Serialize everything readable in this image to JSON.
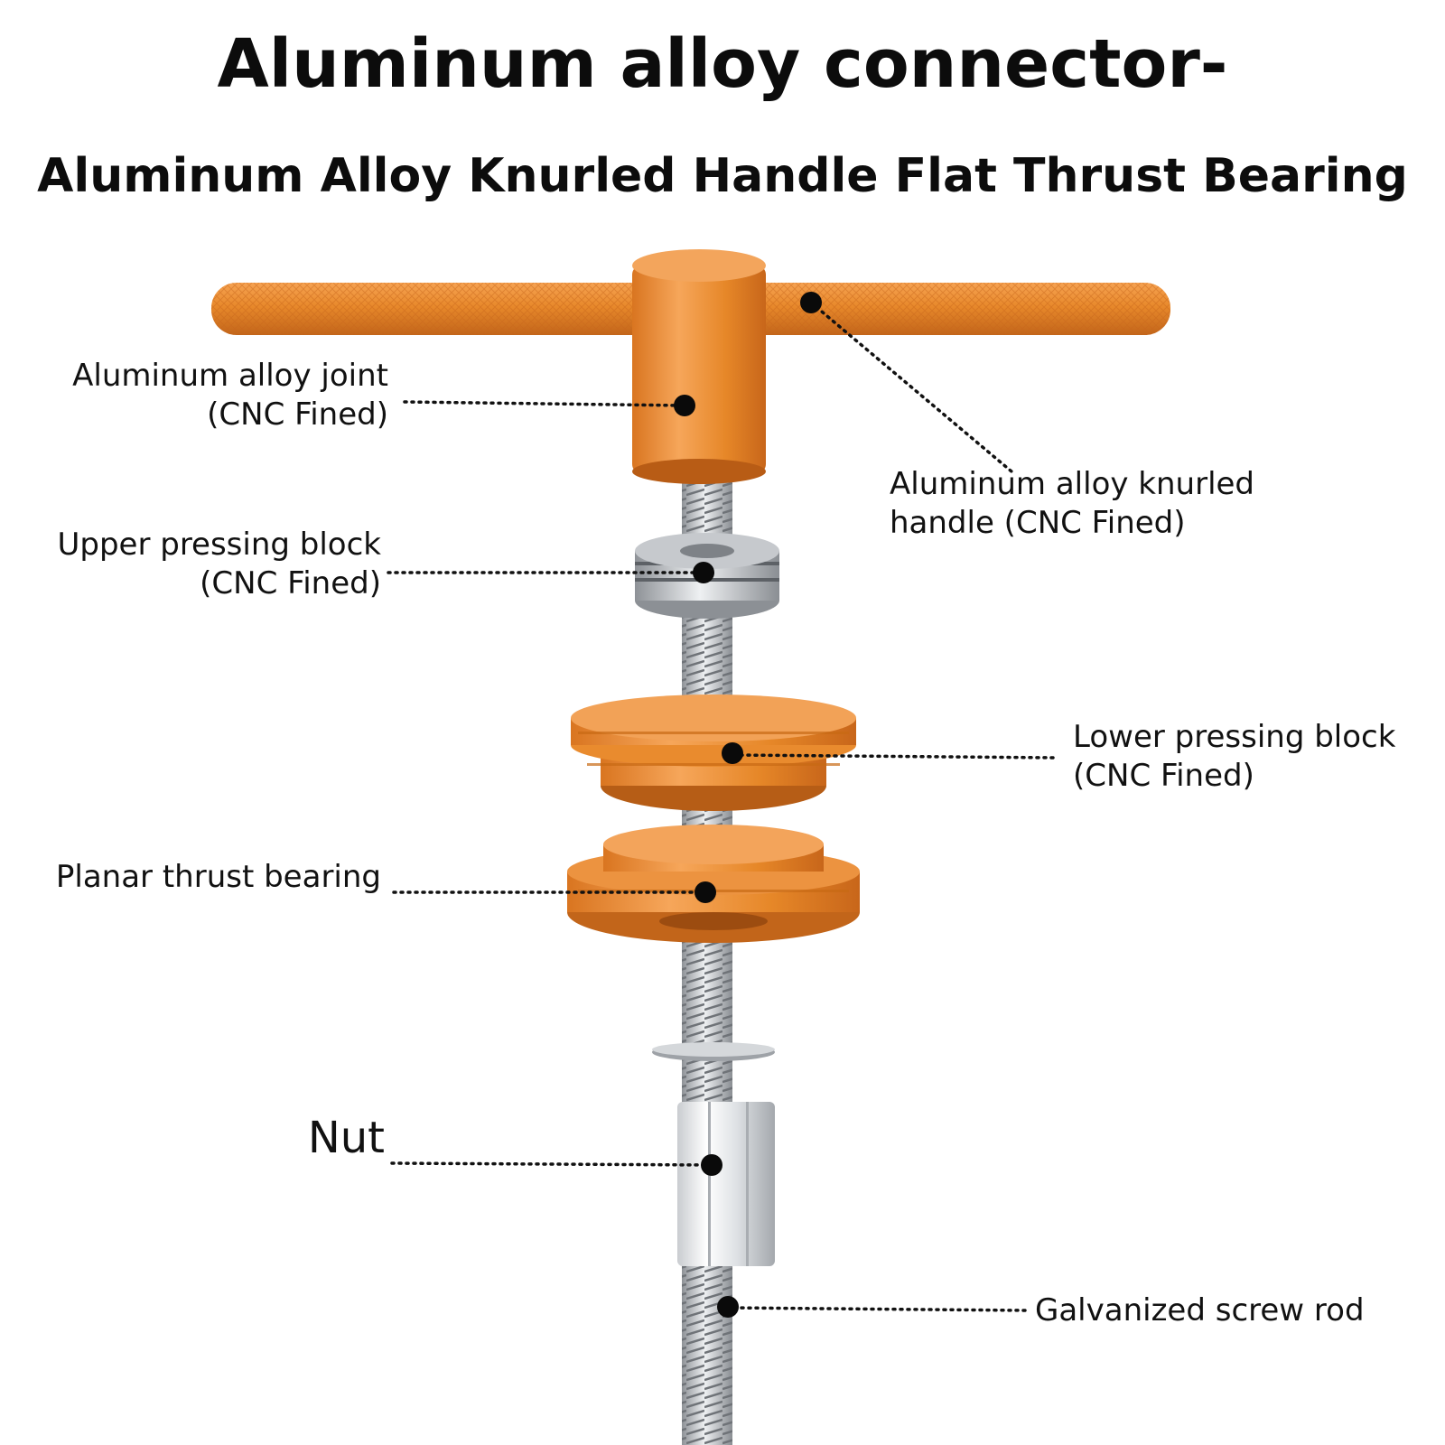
{
  "header": {
    "title": "Aluminum alloy connector-",
    "subtitle": "Aluminum Alloy Knurled Handle Flat Thrust Bearing"
  },
  "labels": {
    "joint": {
      "line1": "Aluminum alloy joint",
      "line2": "(CNC Fined)"
    },
    "handle": {
      "line1": "Aluminum alloy knurled",
      "line2": "handle (CNC Fined)"
    },
    "upper_block": {
      "line1": "Upper pressing block",
      "line2": "(CNC Fined)"
    },
    "lower_block": {
      "line1": "Lower pressing block",
      "line2": "(CNC Fined)"
    },
    "planar_bearing": {
      "line1": "Planar thrust bearing"
    },
    "nut": {
      "line1": "Nut"
    },
    "screw_rod": {
      "line1": "Galvanized screw rod"
    }
  },
  "colors": {
    "orange": "#e8892b",
    "orange_dark": "#c86a14",
    "steel": "#b9bcbf",
    "steel_dark": "#7d8186",
    "leader": "#111111"
  }
}
